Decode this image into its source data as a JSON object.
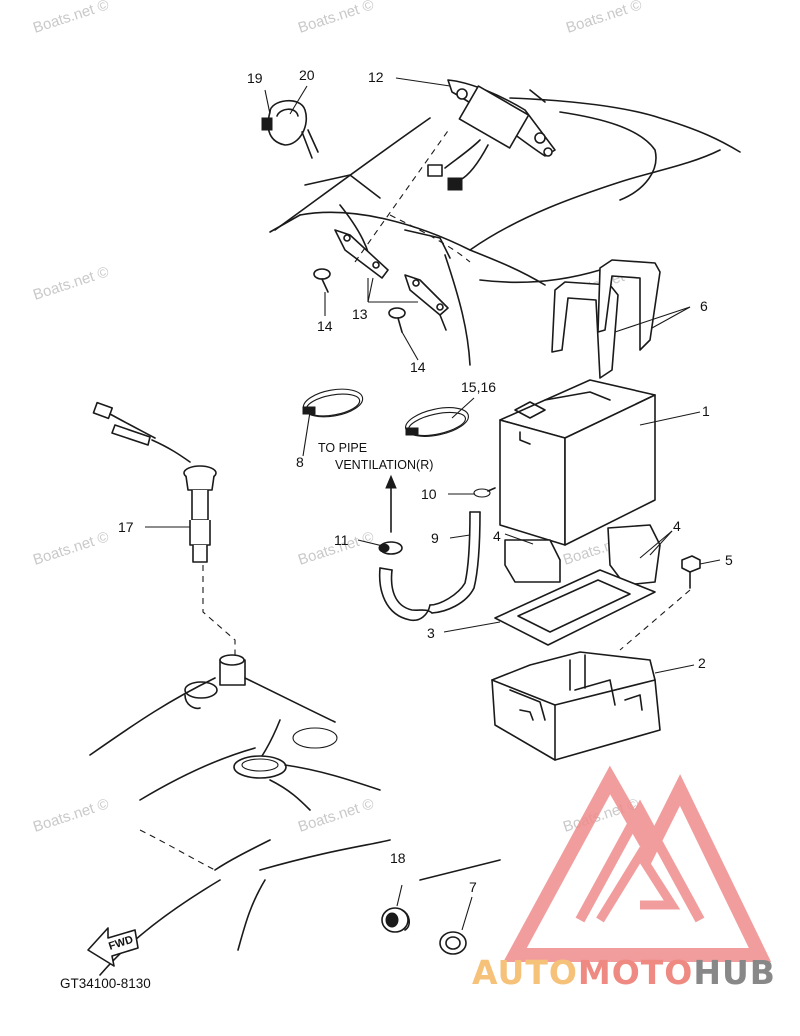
{
  "diagram": {
    "part_labels": [
      "1",
      "2",
      "3",
      "4",
      "4",
      "4",
      "5",
      "6",
      "7",
      "8",
      "9",
      "10",
      "11",
      "12",
      "13",
      "14",
      "14",
      "15,16",
      "17",
      "18",
      "19",
      "20"
    ],
    "notes": [
      "TO PIPE",
      "VENTILATION(R)"
    ],
    "diagram_code": "GT34100-8130",
    "fwd_label": "FWD",
    "watermark": "Boats.net ©"
  },
  "brand": {
    "part1": "AUTO",
    "part2": "MOTO",
    "part3": "HUB",
    "colors": {
      "auto": "#f6c27a",
      "moto": "#ee8a82",
      "hub": "#888888",
      "logo": "#f08c8c"
    }
  }
}
